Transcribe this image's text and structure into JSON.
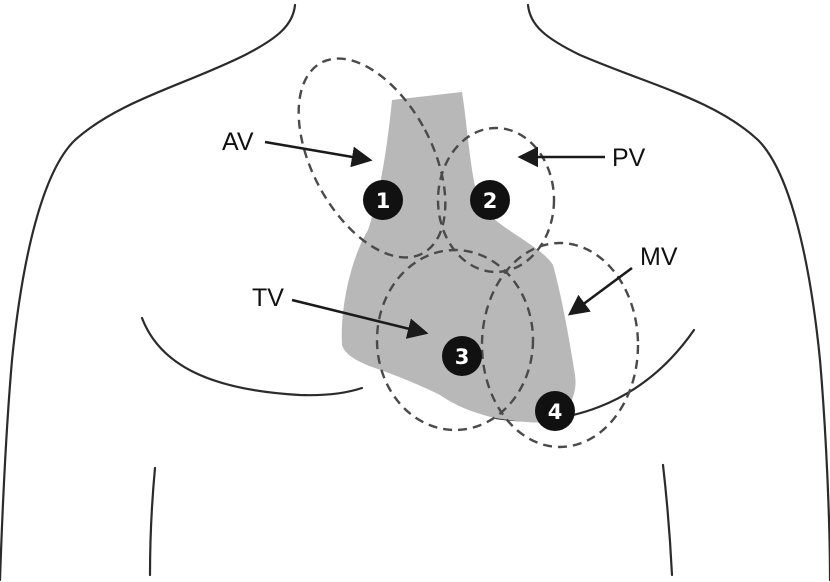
{
  "colors": {
    "heart": "#b8b8b8",
    "marker": "#111111",
    "outline": "#2b2b2b",
    "dashed": "#4a4a4a"
  },
  "labels": {
    "av": "AV",
    "pv": "PV",
    "tv": "TV",
    "mv": "MV"
  },
  "markers": {
    "m1": "1",
    "m2": "2",
    "m3": "3",
    "m4": "4"
  }
}
